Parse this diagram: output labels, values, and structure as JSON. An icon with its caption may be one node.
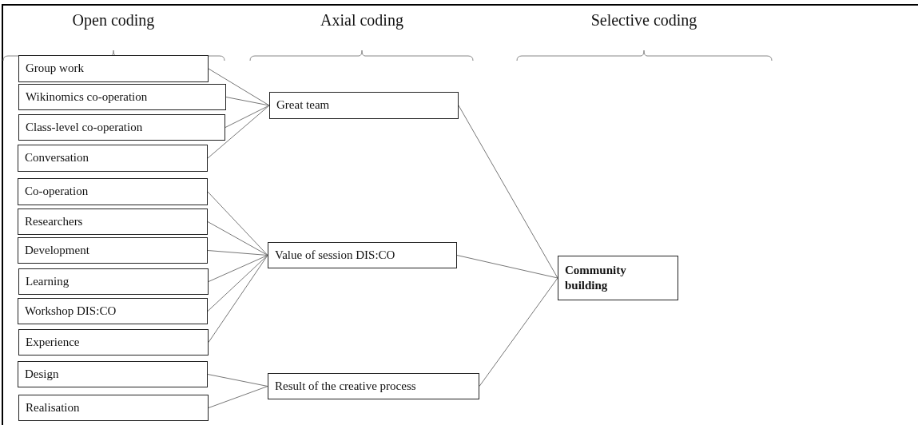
{
  "diagram": {
    "nodes": [
      {
        "text": [
          "Group work"
        ]
      },
      {
        "text": [
          "Wikinomics co-operation"
        ]
      },
      {
        "text": [
          "Class-level co-operation"
        ]
      },
      {
        "text": [
          "Conversation"
        ]
      },
      {
        "text": [
          "Co-operation"
        ]
      },
      {
        "text": [
          "Researchers"
        ]
      },
      {
        "text": [
          "Development"
        ]
      },
      {
        "text": [
          "Learning"
        ]
      },
      {
        "text": [
          "Workshop DIS:CO"
        ]
      },
      {
        "text": [
          "Experience"
        ]
      },
      {
        "text": [
          "Design"
        ]
      },
      {
        "text": [
          "Realisation"
        ]
      },
      {
        "text": [
          "Great team"
        ]
      },
      {
        "text": [
          "Value of session DIS:CO"
        ]
      },
      {
        "text": [
          "Result of the creative process"
        ]
      },
      {
        "text": [
          "Community building"
        ]
      }
    ],
    "edges": [
      {
        "from": 0,
        "to": 12,
        "arrow": "none"
      },
      {
        "from": 1,
        "to": 12,
        "arrow": "none"
      },
      {
        "from": 2,
        "to": 12,
        "arrow": "none"
      },
      {
        "from": 3,
        "to": 12,
        "arrow": "none"
      },
      {
        "from": 4,
        "to": 13,
        "arrow": "none"
      },
      {
        "from": 5,
        "to": 13,
        "arrow": "none"
      },
      {
        "from": 6,
        "to": 13,
        "arrow": "none"
      },
      {
        "from": 7,
        "to": 13,
        "arrow": "none"
      },
      {
        "from": 8,
        "to": 13,
        "arrow": "none"
      },
      {
        "from": 9,
        "to": 13,
        "arrow": "none"
      },
      {
        "from": 10,
        "to": 14,
        "arrow": "none"
      },
      {
        "from": 11,
        "to": 14,
        "arrow": "none"
      },
      {
        "from": 12,
        "to": 15,
        "arrow": "none"
      },
      {
        "from": 13,
        "to": 15,
        "arrow": "none"
      },
      {
        "from": 14,
        "to": 15,
        "arrow": "none"
      }
    ],
    "labels": [
      "Open coding",
      "Axial coding",
      "Selective coding"
    ]
  }
}
